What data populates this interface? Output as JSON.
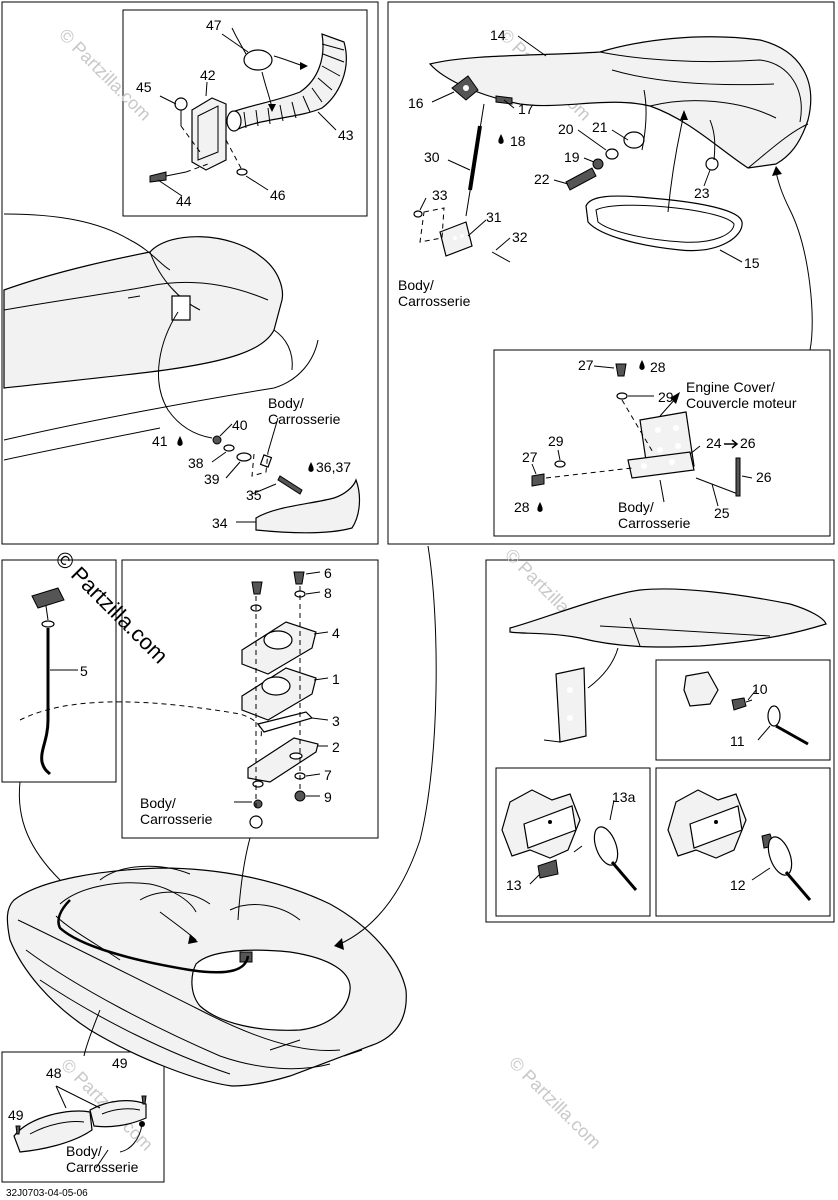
{
  "diagram": {
    "labels": {
      "n1": "1",
      "n2": "2",
      "n3": "3",
      "n4": "4",
      "n5": "5",
      "n6": "6",
      "n7": "7",
      "n8": "8",
      "n9": "9",
      "n10": "10",
      "n11": "11",
      "n12": "12",
      "n13": "13",
      "n13a": "13a",
      "n14": "14",
      "n15": "15",
      "n16": "16",
      "n17": "17",
      "n18": "18",
      "n19": "19",
      "n20": "20",
      "n21": "21",
      "n22": "22",
      "n23": "23",
      "n24_26": "24",
      "n24_26b": "26",
      "n25": "25",
      "n26": "26",
      "n27a": "27",
      "n27b": "27",
      "n28a": "28",
      "n28b": "28",
      "n29a": "29",
      "n29b": "29",
      "n30": "30",
      "n31": "31",
      "n32": "32",
      "n33": "33",
      "n34": "34",
      "n35": "35",
      "n36_37": "36,37",
      "n38": "38",
      "n39": "39",
      "n40": "40",
      "n41": "41",
      "n42": "42",
      "n43": "43",
      "n44": "44",
      "n45": "45",
      "n46": "46",
      "n47": "47",
      "n48": "48",
      "n49a": "49",
      "n49b": "49"
    },
    "body_line1": "Body/",
    "body_line2": "Carrosserie",
    "engine_cover_line1": "Engine Cover/",
    "engine_cover_line2": "Couvercle moteur",
    "watermark_main": "© Partzilla.com",
    "watermark_faint": "© Partzilla.com",
    "footer_code": "32J0703-04-05-06"
  },
  "colors": {
    "line": "#000000",
    "watermark": "#c8c8c8",
    "fill": "#f2f2f2"
  }
}
